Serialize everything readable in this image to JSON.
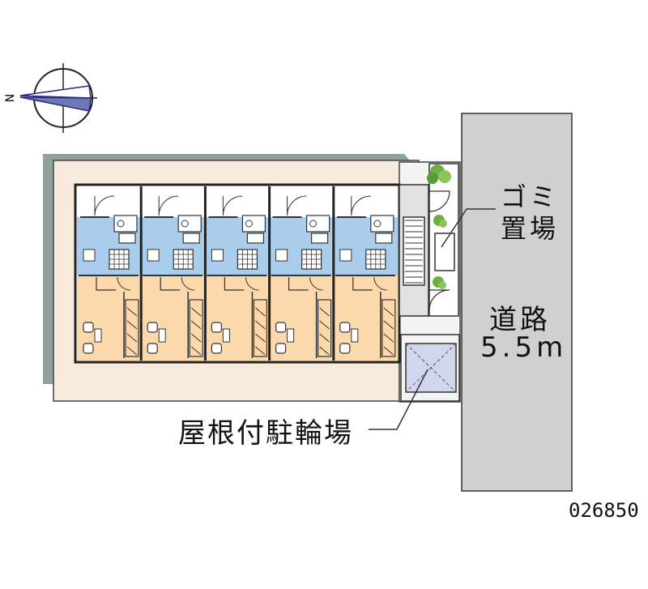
{
  "compass": {
    "north_symbol": "N"
  },
  "labels": {
    "garbage": [
      "ゴミ",
      "置場"
    ],
    "road": [
      "道路",
      "5.5m"
    ],
    "bicycle_parking": "屋根付駐輪場"
  },
  "property_id": "026850",
  "units": [
    "unit-1",
    "unit-2",
    "unit-3",
    "unit-4",
    "unit-5"
  ],
  "colors": {
    "road": "#d0d0d0",
    "site_ground": "#f6ebdc",
    "building_shadow": "#91a19a",
    "wet_area": "#a9cdea",
    "living_room": "#fbd9ac",
    "corridor": "#e1e1e1",
    "planting": "#6fae45",
    "bicycle_roof": "#d1d6ef"
  }
}
